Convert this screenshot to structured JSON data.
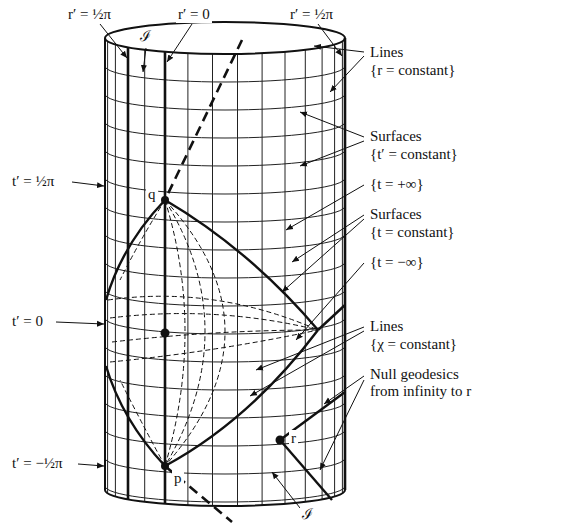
{
  "diagram": {
    "labels": [
      "r′ = ½π",
      "r′ = 0",
      "r′ = ½π",
      "ℐ",
      "Lines",
      "{r = constant}",
      "Surfaces",
      "{t′ = constant}",
      "{t = +∞}",
      "Surfaces",
      "{t = constant}",
      "{t = −∞}",
      "Lines",
      "{χ = constant}",
      "Null geodesics from infinity to r",
      "t′ = ½π",
      "t′ = 0",
      "t′ = −½π",
      "q",
      "p",
      "r",
      "ℐ"
    ]
  }
}
